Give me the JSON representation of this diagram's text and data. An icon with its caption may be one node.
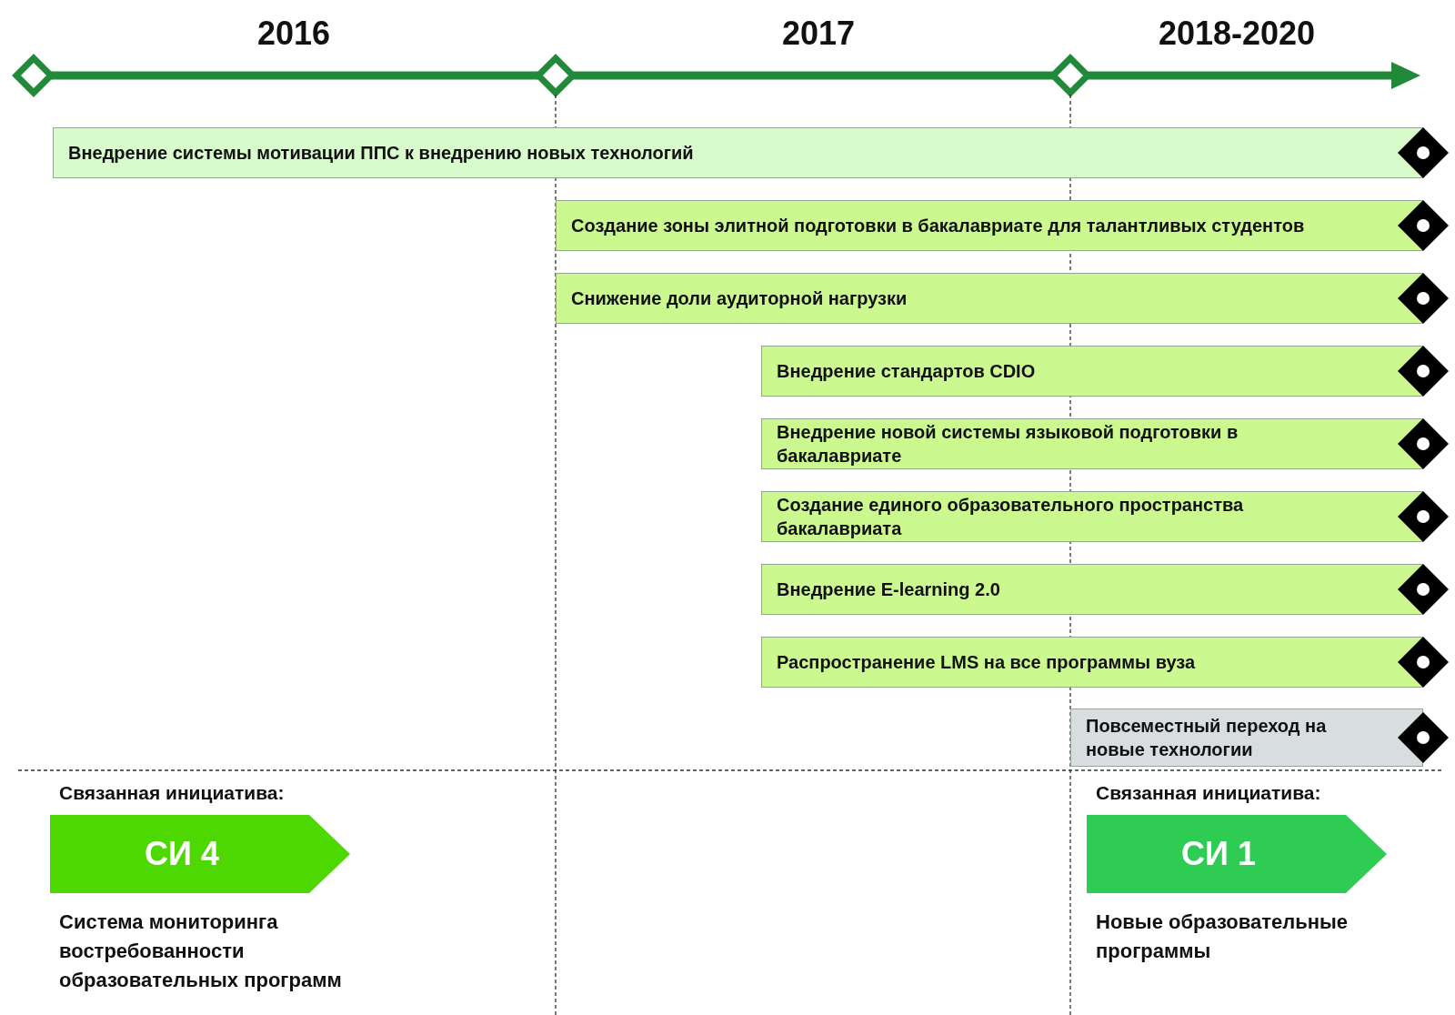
{
  "diagram": {
    "nodes": [
      {
        "text": [
          "Внедрение системы мотивации ППС к внедрению новых технологий"
        ]
      },
      {
        "text": [
          "Создание зоны элитной подготовки в бакалавриате для талантливых студентов"
        ]
      },
      {
        "text": [
          "Снижение доли аудиторной нагрузки"
        ]
      },
      {
        "text": [
          "Внедрение стандартов CDIO"
        ]
      },
      {
        "text": [
          "Внедрение новой системы языковой подготовки в бакалавриате"
        ]
      },
      {
        "text": [
          "Создание единого образовательного пространства бакалавриата"
        ]
      },
      {
        "text": [
          "Внедрение E-learning 2.0"
        ]
      },
      {
        "text": [
          "Распространение LMS на все программы вуза"
        ]
      },
      {
        "text": [
          "Повсеместный переход на новые технологии"
        ]
      },
      {
        "text": [
          "Связанная инициатива:",
          "СИ 4"
        ],
        "beside": [
          "Система мониторинга востребованности образовательных программ"
        ]
      },
      {
        "text": [
          "Связанная инициатива:",
          "СИ 1"
        ],
        "beside": [
          "Новые образовательные программы"
        ]
      }
    ],
    "labels": [
      "2016",
      "2017",
      "2018-2020"
    ]
  }
}
